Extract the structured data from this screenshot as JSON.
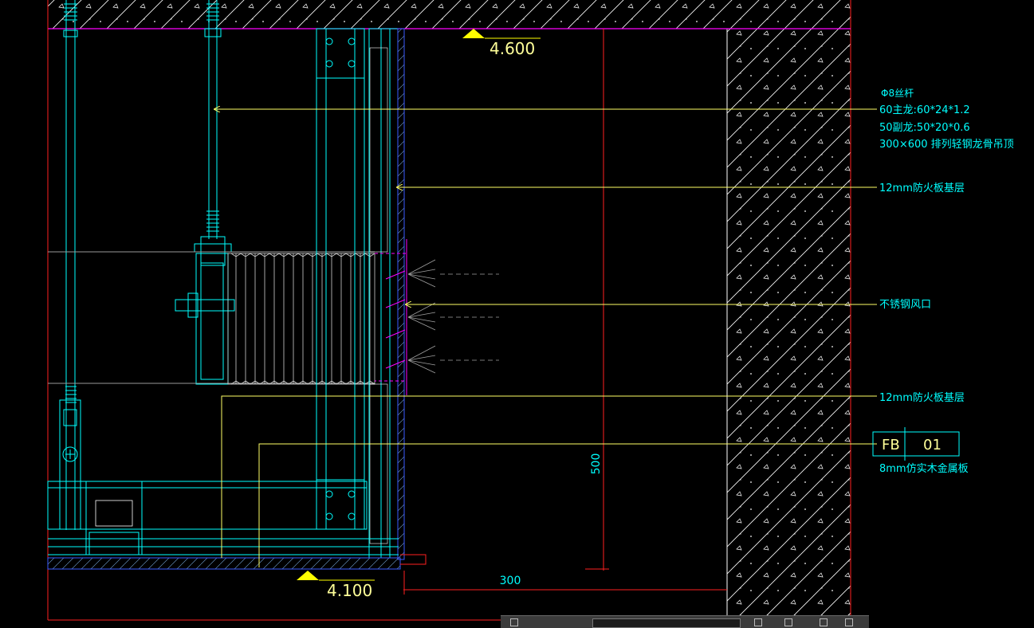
{
  "drawing": {
    "elevation_top": "4.600",
    "elevation_bottom": "4.100",
    "dimension_vertical": "500",
    "dimension_horizontal": "300"
  },
  "callouts": {
    "hanger_rod": "Φ8丝杆",
    "main_runner": "60主龙:60*24*1.2",
    "secondary_runner": "50副龙:50*20*0.6",
    "ceiling_frame": "300×600 排列轻钢龙骨吊顶",
    "fireboard_upper": "12mm防火板基层",
    "vent": "不锈钢风口",
    "fireboard_lower": "12mm防火板基层",
    "material_code": "FB",
    "material_number": "01",
    "material_desc": "8mm仿实木金属板"
  },
  "colors": {
    "background": "#000000",
    "concrete_hatch": "#ffffff",
    "magenta": "#ff00ff",
    "cyan": "#00ffff",
    "leader_yellow": "#ffff66",
    "dimension_red": "#ff2020",
    "gray_line": "#9a9a9a",
    "ceiling_blue": "#3a5aff",
    "elevation_marker": "#ffff00"
  }
}
